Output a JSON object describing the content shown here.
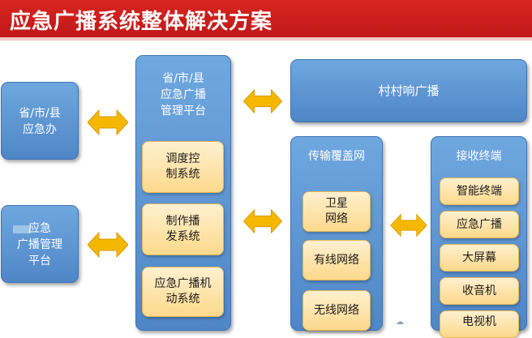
{
  "title": "应急广播系统整体解决方案",
  "left_top": {
    "label": "省/市/县\n应急办"
  },
  "left_bottom": {
    "label": "应急\n广播管理\n平台"
  },
  "center": {
    "header": "省/市/县\n应急广播\n管理平台",
    "items": [
      "调度控\n制系统",
      "制作播\n发系统",
      "应急广播机\n动系统"
    ]
  },
  "village": {
    "label": "村村响广播"
  },
  "network": {
    "header": "传输覆盖网",
    "items": [
      "卫星\n网络",
      "有线网络",
      "无线网络"
    ]
  },
  "terminal": {
    "header": "接收终端",
    "items": [
      "智能终端",
      "应急广播",
      "大屏幕",
      "收音机",
      "电视机"
    ]
  },
  "colors": {
    "title_bg": "#c91a1c",
    "box_blue": "#5b93d1",
    "item_yellow": "#fce3a8",
    "arrow": "#f5b800"
  }
}
